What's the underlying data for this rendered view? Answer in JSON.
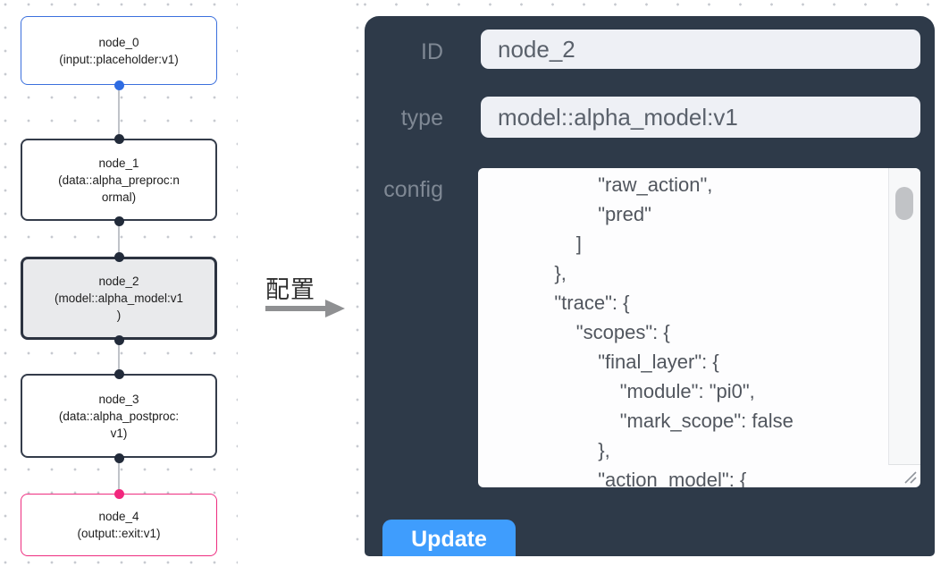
{
  "flow": {
    "nodes": [
      {
        "id": "node_0",
        "label": "node_0\n(input::placeholder:v1)",
        "kind": "input"
      },
      {
        "id": "node_1",
        "label": "node_1\n(data::alpha_preproc:n\normal)",
        "kind": "default"
      },
      {
        "id": "node_2",
        "label": "node_2\n(model::alpha_model:v1\n)",
        "kind": "selected"
      },
      {
        "id": "node_3",
        "label": "node_3\n(data::alpha_postproc:\nv1)",
        "kind": "default"
      },
      {
        "id": "node_4",
        "label": "node_4\n(output::exit:v1)",
        "kind": "output"
      }
    ]
  },
  "annotation": {
    "label": "配置"
  },
  "panel": {
    "id_label": "ID",
    "id_value": "node_2",
    "type_label": "type",
    "type_value": "model::alpha_model:v1",
    "config_label": "config",
    "config_text": "                    \"raw_action\",\n                    \"pred\"\n                ]\n            },\n            \"trace\": {\n                \"scopes\": {\n                    \"final_layer\": {\n                        \"module\": \"pi0\",\n                        \"mark_scope\": false\n                    },\n                    \"action_model\": {",
    "update_label": "Update"
  },
  "colors": {
    "panel_bg": "#2e3a49",
    "accent_blue": "#3f9dfd",
    "node_input_border": "#3b70dd",
    "node_output_border": "#ee2d80",
    "node_default_border": "#343c4a",
    "selected_node_bg": "#e9eaec",
    "port_blue": "#2f6ce2",
    "port_pink": "#f2267d",
    "port_dark": "#222b3a"
  }
}
